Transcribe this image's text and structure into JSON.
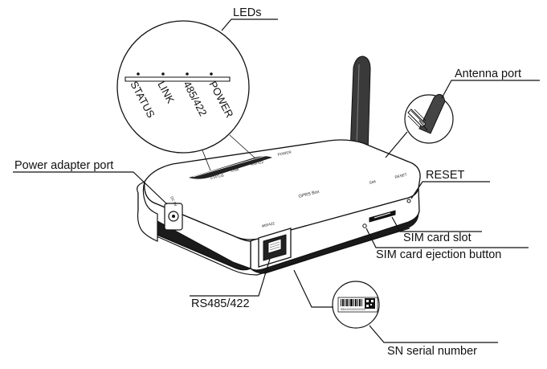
{
  "callouts": {
    "leds": "LEDs",
    "antenna_port": "Antenna port",
    "power_adapter_port": "Power adapter port",
    "reset": "RESET",
    "sim_card_slot": "SIM card slot",
    "sim_ejection_button": "SIM card ejection button",
    "rs485": "RS485/422",
    "sn_serial_number": "SN serial number"
  },
  "led_zoom_labels": [
    "STATUS",
    "LINK",
    "485/422",
    "POWER"
  ],
  "device_labels": {
    "top_power": "POWER",
    "top_485": "485/422",
    "top_link": "LINK",
    "top_status": "STATUS",
    "brand": "GPRS Box",
    "side_sim": "SIM",
    "side_reset": "RESET",
    "front_485": "485/422",
    "left_dc": "DC 5V"
  },
  "serial_zoom": {
    "serial_text": "SSN:XXXXXXXXXXX"
  }
}
